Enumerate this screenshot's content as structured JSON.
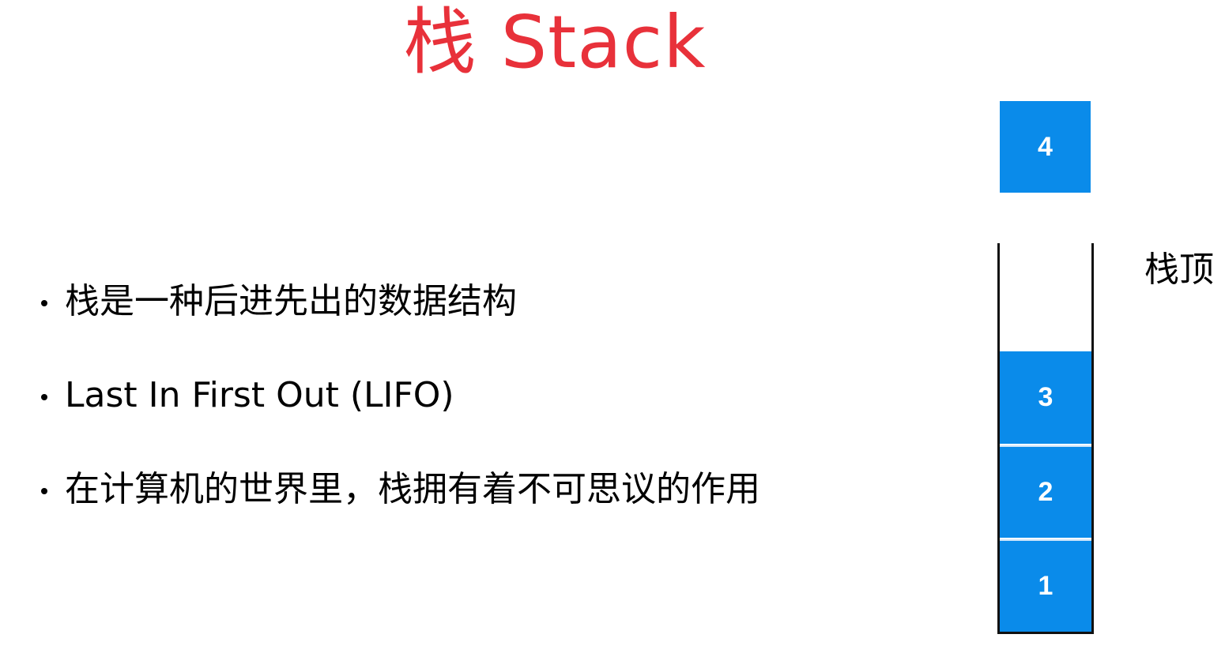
{
  "slide": {
    "title": "栈 Stack",
    "bullets": [
      "栈是一种后进先出的数据结构",
      "Last In First Out (LIFO)",
      "在计算机的世界里，栈拥有着不可思议的作用"
    ]
  },
  "diagram": {
    "pushed_element": "4",
    "stack_elements": [
      "3",
      "2",
      "1"
    ],
    "stack_top_label": "栈顶",
    "colors": {
      "title": "#e8313a",
      "element_fill": "#0a8bea",
      "element_text": "#ffffff",
      "container_border": "#111111"
    }
  }
}
